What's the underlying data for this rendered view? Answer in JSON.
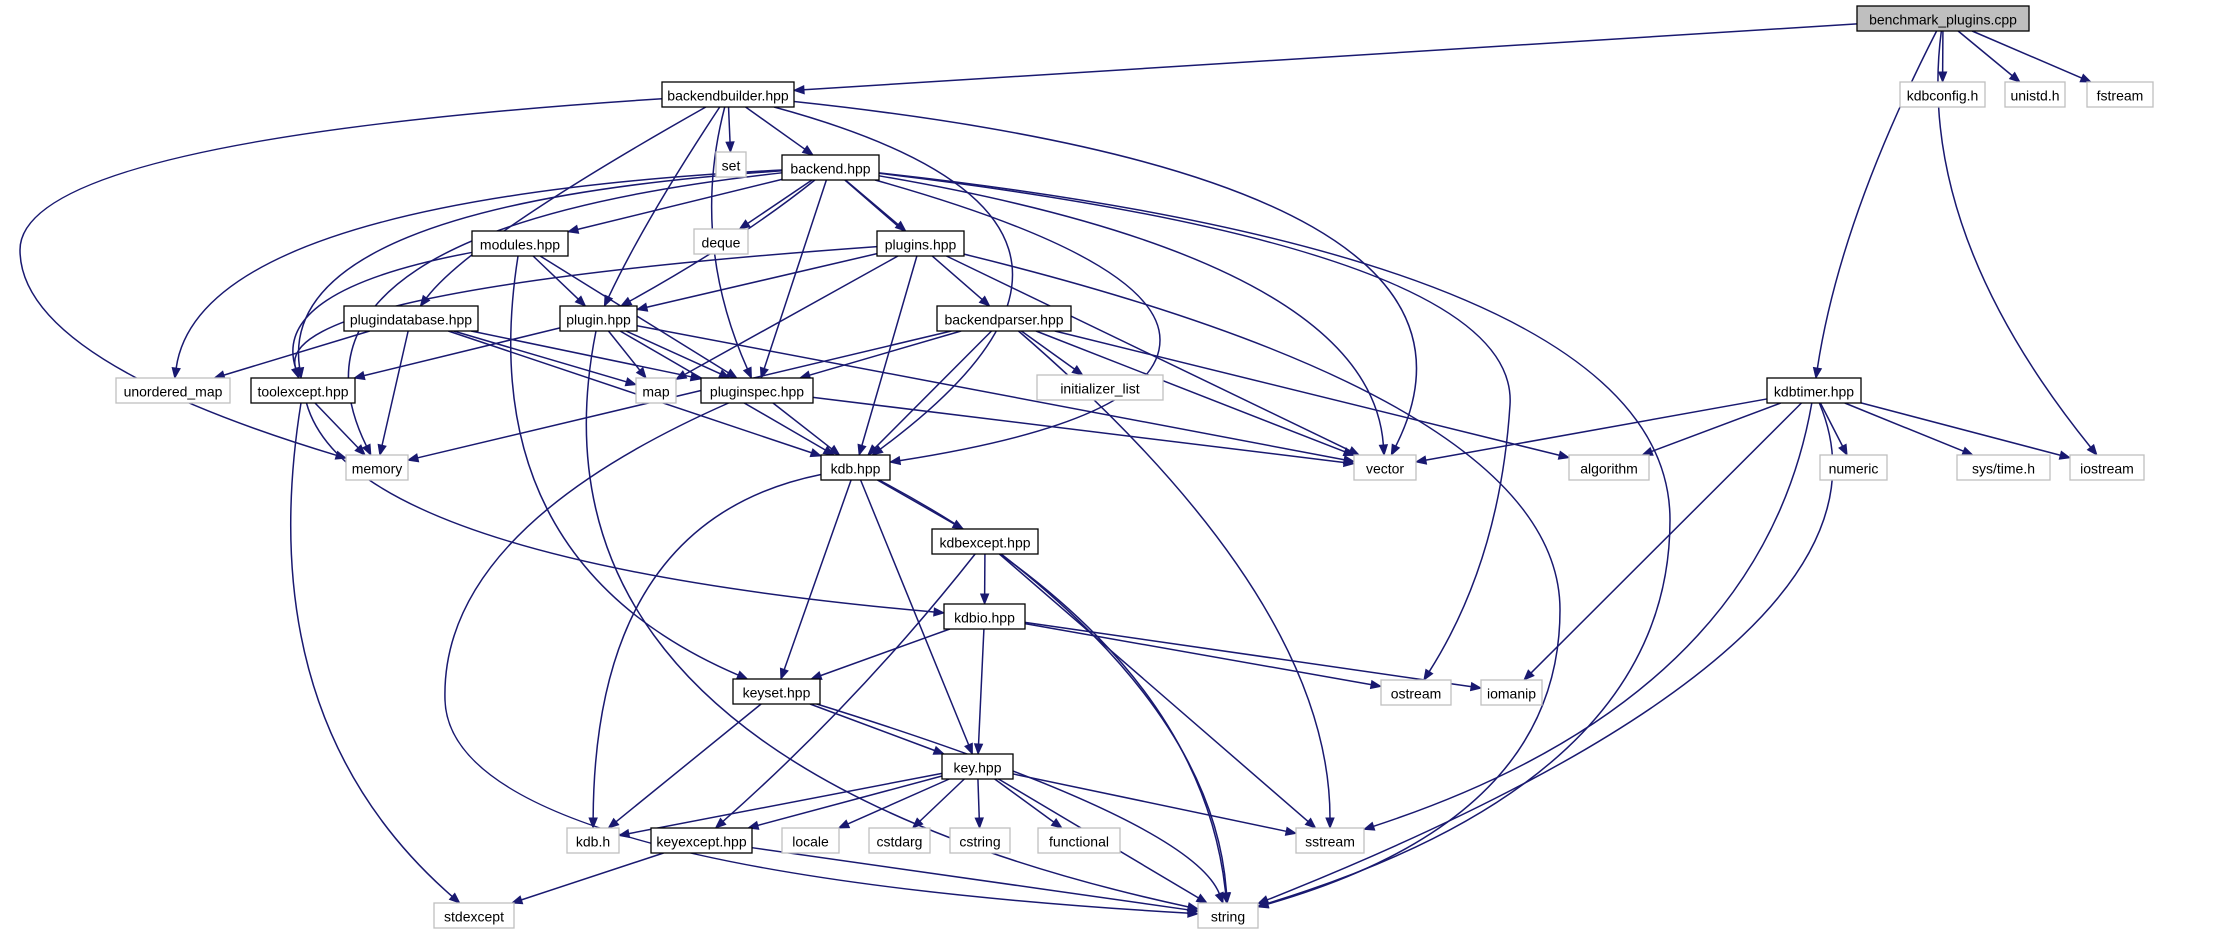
{
  "title": "",
  "colors": {
    "edge": "#191970",
    "root_fill": "#bfbfbf",
    "internal_border": "#000000",
    "external_border": "#bfbfbf"
  },
  "nodes": [
    {
      "id": "benchmark_plugins",
      "label": "benchmark_plugins.cpp",
      "kind": "root"
    },
    {
      "id": "backendbuilder",
      "label": "backendbuilder.hpp",
      "kind": "internal"
    },
    {
      "id": "kdbconfig",
      "label": "kdbconfig.h",
      "kind": "external"
    },
    {
      "id": "unistd",
      "label": "unistd.h",
      "kind": "external"
    },
    {
      "id": "fstream",
      "label": "fstream",
      "kind": "external"
    },
    {
      "id": "set",
      "label": "set",
      "kind": "external"
    },
    {
      "id": "backend",
      "label": "backend.hpp",
      "kind": "internal"
    },
    {
      "id": "deque",
      "label": "deque",
      "kind": "external"
    },
    {
      "id": "modules",
      "label": "modules.hpp",
      "kind": "internal"
    },
    {
      "id": "plugins",
      "label": "plugins.hpp",
      "kind": "internal"
    },
    {
      "id": "backendparser",
      "label": "backendparser.hpp",
      "kind": "internal"
    },
    {
      "id": "plugindatabase",
      "label": "plugindatabase.hpp",
      "kind": "internal"
    },
    {
      "id": "plugin",
      "label": "plugin.hpp",
      "kind": "internal"
    },
    {
      "id": "initializer_list",
      "label": "initializer_list",
      "kind": "external"
    },
    {
      "id": "kdbtimer",
      "label": "kdbtimer.hpp",
      "kind": "internal"
    },
    {
      "id": "unordered_map",
      "label": "unordered_map",
      "kind": "external"
    },
    {
      "id": "toolexcept",
      "label": "toolexcept.hpp",
      "kind": "internal"
    },
    {
      "id": "map",
      "label": "map",
      "kind": "external"
    },
    {
      "id": "pluginspec",
      "label": "pluginspec.hpp",
      "kind": "internal"
    },
    {
      "id": "memory",
      "label": "memory",
      "kind": "external"
    },
    {
      "id": "kdb",
      "label": "kdb.hpp",
      "kind": "internal"
    },
    {
      "id": "vector",
      "label": "vector",
      "kind": "external"
    },
    {
      "id": "algorithm",
      "label": "algorithm",
      "kind": "external"
    },
    {
      "id": "numeric",
      "label": "numeric",
      "kind": "external"
    },
    {
      "id": "systime",
      "label": "sys/time.h",
      "kind": "external"
    },
    {
      "id": "iostream",
      "label": "iostream",
      "kind": "external"
    },
    {
      "id": "kdbexcept",
      "label": "kdbexcept.hpp",
      "kind": "internal"
    },
    {
      "id": "kdbio",
      "label": "kdbio.hpp",
      "kind": "internal"
    },
    {
      "id": "ostream",
      "label": "ostream",
      "kind": "external"
    },
    {
      "id": "iomanip",
      "label": "iomanip",
      "kind": "external"
    },
    {
      "id": "keyset",
      "label": "keyset.hpp",
      "kind": "internal"
    },
    {
      "id": "key",
      "label": "key.hpp",
      "kind": "internal"
    },
    {
      "id": "kdbh",
      "label": "kdb.h",
      "kind": "external"
    },
    {
      "id": "keyexcept",
      "label": "keyexcept.hpp",
      "kind": "internal"
    },
    {
      "id": "locale",
      "label": "locale",
      "kind": "external"
    },
    {
      "id": "cstdarg",
      "label": "cstdarg",
      "kind": "external"
    },
    {
      "id": "cstring",
      "label": "cstring",
      "kind": "external"
    },
    {
      "id": "functional",
      "label": "functional",
      "kind": "external"
    },
    {
      "id": "sstream",
      "label": "sstream",
      "kind": "external"
    },
    {
      "id": "stdexcept",
      "label": "stdexcept",
      "kind": "external"
    },
    {
      "id": "string",
      "label": "string",
      "kind": "external"
    }
  ],
  "edges": [
    [
      "benchmark_plugins",
      "backendbuilder"
    ],
    [
      "benchmark_plugins",
      "kdbconfig"
    ],
    [
      "benchmark_plugins",
      "unistd"
    ],
    [
      "benchmark_plugins",
      "fstream"
    ],
    [
      "benchmark_plugins",
      "kdbtimer"
    ],
    [
      "benchmark_plugins",
      "iostream"
    ],
    [
      "backendbuilder",
      "memory"
    ],
    [
      "backendbuilder",
      "set"
    ],
    [
      "backendbuilder",
      "backend"
    ],
    [
      "backendbuilder",
      "plugindatabase"
    ],
    [
      "backendbuilder",
      "plugin"
    ],
    [
      "backendbuilder",
      "pluginspec"
    ],
    [
      "backendbuilder",
      "kdb"
    ],
    [
      "backendbuilder",
      "vector"
    ],
    [
      "backend",
      "deque"
    ],
    [
      "backend",
      "modules"
    ],
    [
      "backend",
      "plugins"
    ],
    [
      "backend",
      "backendparser"
    ],
    [
      "backend",
      "unordered_map"
    ],
    [
      "backend",
      "toolexcept"
    ],
    [
      "backend",
      "memory"
    ],
    [
      "backend",
      "plugin"
    ],
    [
      "backend",
      "pluginspec"
    ],
    [
      "backend",
      "kdb"
    ],
    [
      "backend",
      "vector"
    ],
    [
      "backend",
      "ostream"
    ],
    [
      "backend",
      "string"
    ],
    [
      "modules",
      "toolexcept"
    ],
    [
      "modules",
      "plugin"
    ],
    [
      "modules",
      "pluginspec"
    ],
    [
      "modules",
      "keyset"
    ],
    [
      "plugins",
      "toolexcept"
    ],
    [
      "plugins",
      "plugin"
    ],
    [
      "plugins",
      "map"
    ],
    [
      "plugins",
      "kdb"
    ],
    [
      "plugins",
      "vector"
    ],
    [
      "plugins",
      "string"
    ],
    [
      "plugindatabase",
      "unordered_map"
    ],
    [
      "plugindatabase",
      "memory"
    ],
    [
      "plugindatabase",
      "map"
    ],
    [
      "plugindatabase",
      "kdb"
    ],
    [
      "plugindatabase",
      "pluginspec"
    ],
    [
      "plugin",
      "toolexcept"
    ],
    [
      "plugin",
      "map"
    ],
    [
      "plugin",
      "pluginspec"
    ],
    [
      "plugin",
      "kdb"
    ],
    [
      "plugin",
      "vector"
    ],
    [
      "plugin",
      "string"
    ],
    [
      "backendparser",
      "initializer_list"
    ],
    [
      "backendparser",
      "pluginspec"
    ],
    [
      "backendparser",
      "memory"
    ],
    [
      "backendparser",
      "kdb"
    ],
    [
      "backendparser",
      "vector"
    ],
    [
      "backendparser",
      "algorithm"
    ],
    [
      "backendparser",
      "sstream"
    ],
    [
      "toolexcept",
      "memory"
    ],
    [
      "toolexcept",
      "kdbio"
    ],
    [
      "toolexcept",
      "stdexcept"
    ],
    [
      "pluginspec",
      "kdb"
    ],
    [
      "pluginspec",
      "vector"
    ],
    [
      "pluginspec",
      "string"
    ],
    [
      "kdb",
      "kdbexcept"
    ],
    [
      "kdb",
      "keyset"
    ],
    [
      "kdb",
      "key"
    ],
    [
      "kdb",
      "kdbh"
    ],
    [
      "kdb",
      "string"
    ],
    [
      "kdbtimer",
      "vector"
    ],
    [
      "kdbtimer",
      "algorithm"
    ],
    [
      "kdbtimer",
      "numeric"
    ],
    [
      "kdbtimer",
      "systime"
    ],
    [
      "kdbtimer",
      "iostream"
    ],
    [
      "kdbtimer",
      "iomanip"
    ],
    [
      "kdbtimer",
      "sstream"
    ],
    [
      "kdbtimer",
      "string"
    ],
    [
      "kdbexcept",
      "kdbio"
    ],
    [
      "kdbexcept",
      "keyexcept"
    ],
    [
      "kdbexcept",
      "sstream"
    ],
    [
      "kdbexcept",
      "string"
    ],
    [
      "kdbio",
      "keyset"
    ],
    [
      "kdbio",
      "key"
    ],
    [
      "kdbio",
      "ostream"
    ],
    [
      "kdbio",
      "iomanip"
    ],
    [
      "keyset",
      "key"
    ],
    [
      "keyset",
      "kdbh"
    ],
    [
      "keyset",
      "string"
    ],
    [
      "key",
      "kdbh"
    ],
    [
      "key",
      "keyexcept"
    ],
    [
      "key",
      "locale"
    ],
    [
      "key",
      "cstdarg"
    ],
    [
      "key",
      "cstring"
    ],
    [
      "key",
      "functional"
    ],
    [
      "key",
      "sstream"
    ],
    [
      "key",
      "string"
    ],
    [
      "keyexcept",
      "stdexcept"
    ],
    [
      "keyexcept",
      "string"
    ]
  ]
}
